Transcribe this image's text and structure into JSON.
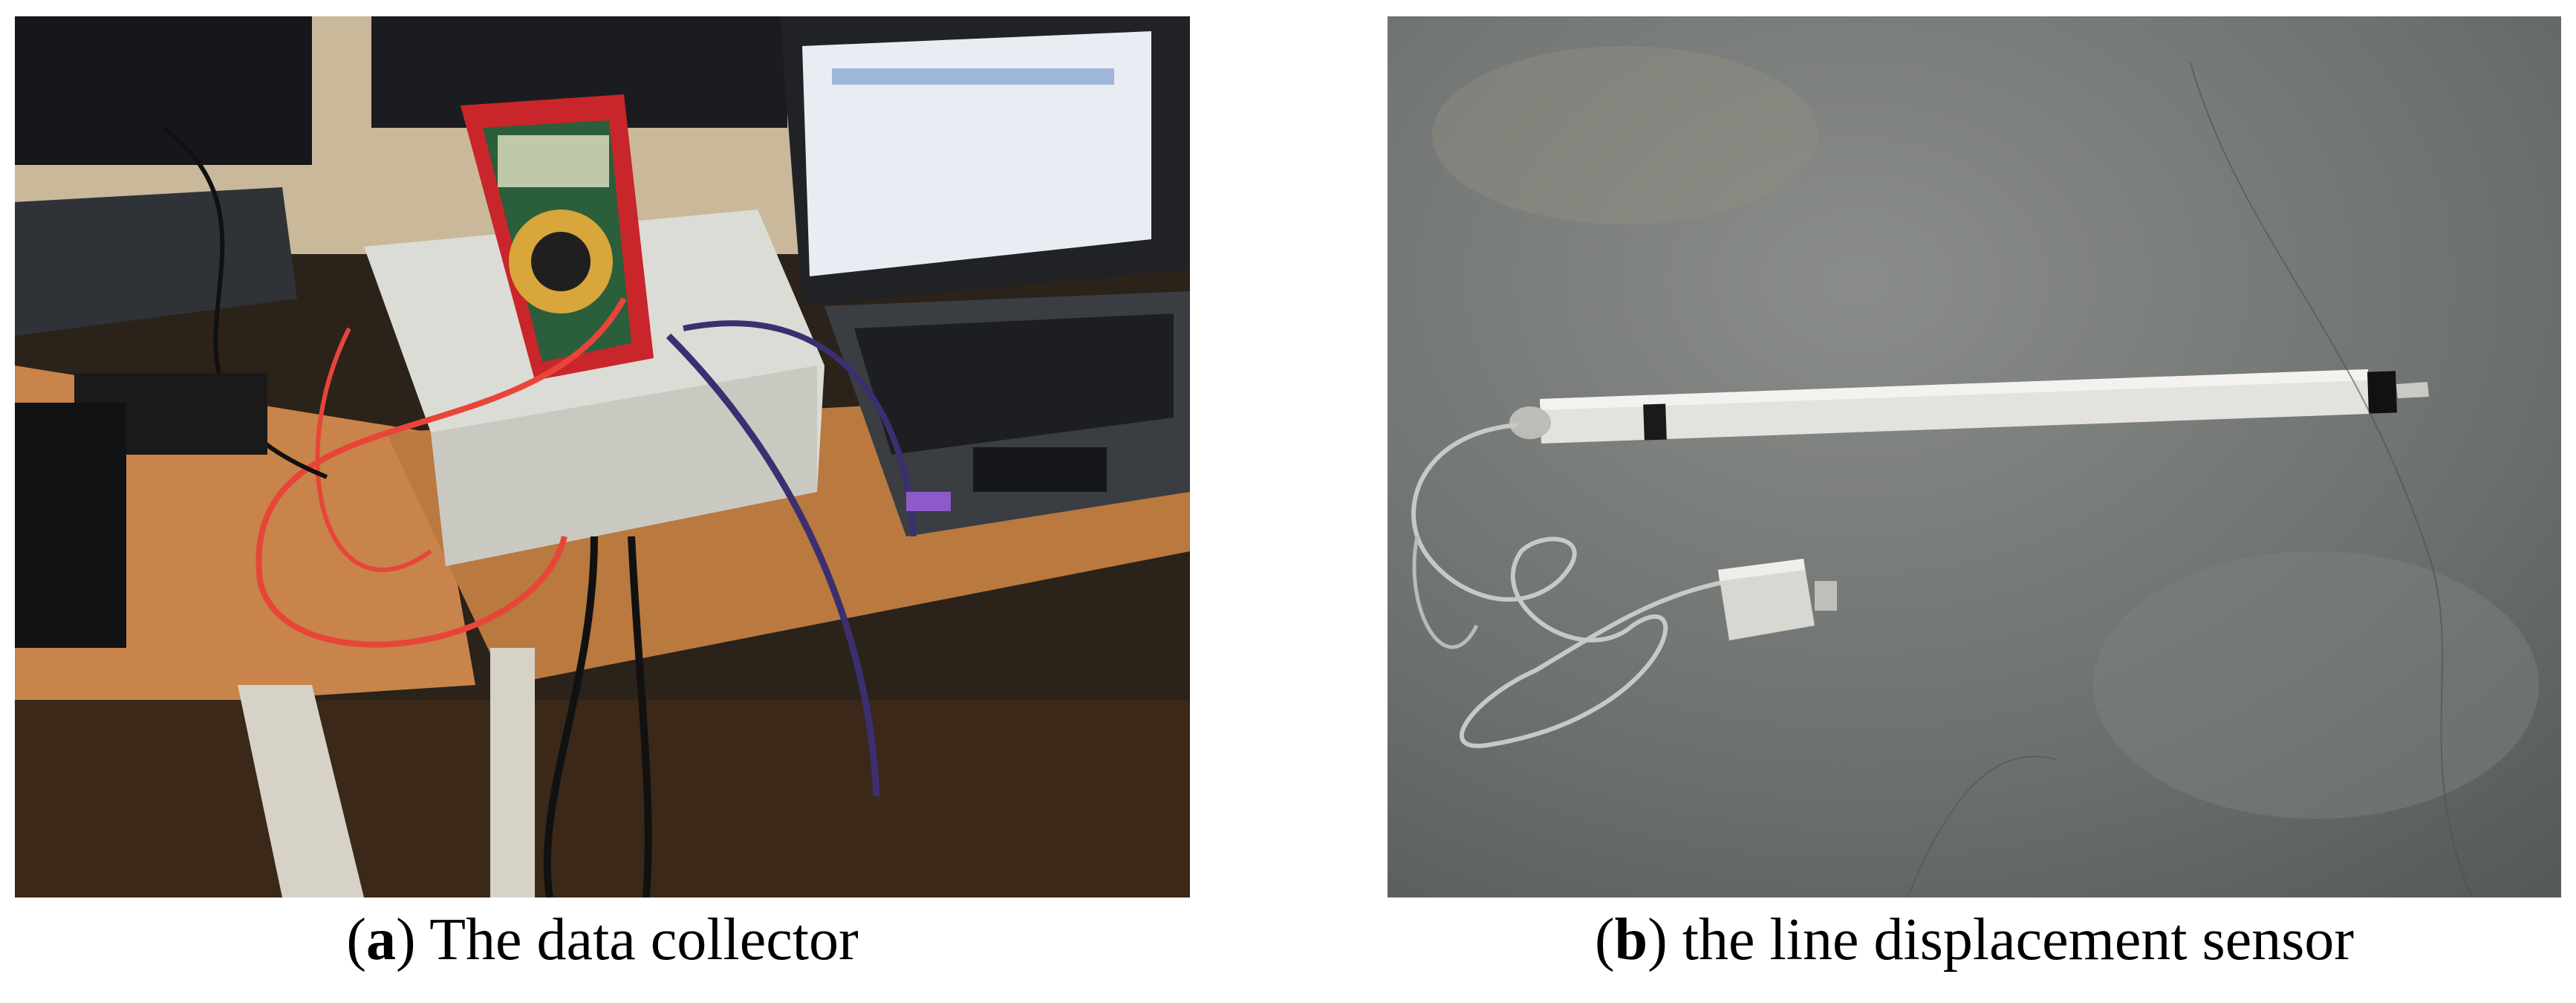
{
  "figure": {
    "panel_a": {
      "image_icon": "photo-data-collector-icon",
      "caption_open": "(",
      "caption_letter": "a",
      "caption_close": ")",
      "caption_text": " The data collector"
    },
    "panel_b": {
      "image_icon": "photo-line-displacement-sensor-icon",
      "caption_open": "(",
      "caption_letter": "b",
      "caption_close": ")",
      "caption_text": " the line displacement sensor"
    }
  }
}
